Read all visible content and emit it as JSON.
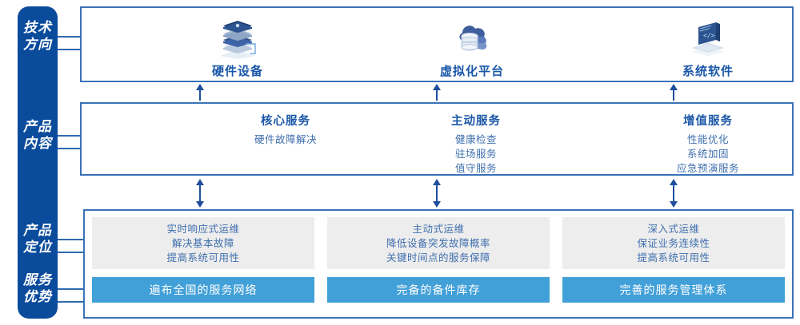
{
  "rail": {
    "color": "#0a4b9c",
    "labels": [
      {
        "id": "tech",
        "line1": "技术",
        "line2": "方向"
      },
      {
        "id": "content",
        "line1": "产品",
        "line2": "内容"
      },
      {
        "id": "position",
        "line1": "产品",
        "line2": "定位"
      },
      {
        "id": "advantage",
        "line1": "服务",
        "line2": "优势"
      }
    ]
  },
  "tech_direction": {
    "columns": [
      {
        "icon": "server-stack-icon",
        "label": "硬件设备"
      },
      {
        "icon": "cloud-database-icon",
        "label": "虚拟化平台"
      },
      {
        "icon": "laptop-code-icon",
        "label": "系统软件"
      }
    ]
  },
  "product_content": {
    "columns": [
      {
        "title": "核心服务",
        "items": [
          "硬件故障解决"
        ]
      },
      {
        "title": "主动服务",
        "items": [
          "健康检查",
          "驻场服务",
          "值守服务"
        ]
      },
      {
        "title": "增值服务",
        "items": [
          "性能优化",
          "系统加固",
          "应急预演服务"
        ]
      }
    ]
  },
  "product_position": {
    "columns": [
      {
        "items": [
          "实时响应式运维",
          "解决基本故障",
          "提高系统可用性"
        ],
        "advantage": "遍布全国的服务网络"
      },
      {
        "items": [
          "主动式运维",
          "降低设备突发故障概率",
          "关键时间点的服务保障"
        ],
        "advantage": "完备的备件库存"
      },
      {
        "items": [
          "深入式运维",
          "保证业务连续性",
          "提高系统可用性"
        ],
        "advantage": "完善的服务管理体系"
      }
    ]
  },
  "colors": {
    "rail_blue": "#0a4b9c",
    "box_border": "#3a72b8",
    "title_blue": "#1a57a8",
    "body_blue": "#3f6fae",
    "gray_card": "#ededed",
    "bar_blue": "#42a0d8",
    "arrow_blue": "#1f4e9c"
  }
}
